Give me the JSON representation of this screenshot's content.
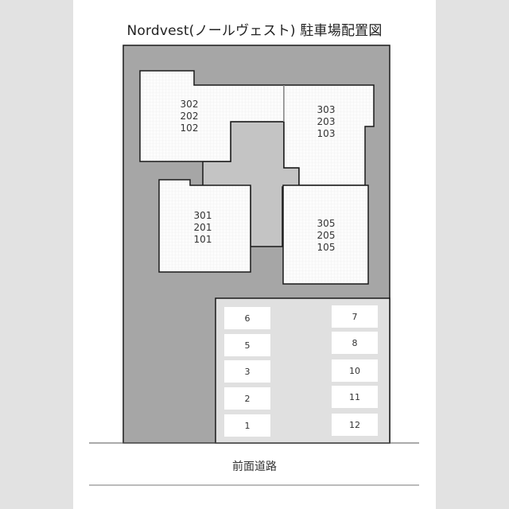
{
  "title": "Nordvest(ノールヴェスト) 駐車場配置図",
  "colors": {
    "page_bg": "#e2e2e2",
    "paper": "#ffffff",
    "lot": "#a6a6a6",
    "hall": "#c4c4c4",
    "building": "#fcfcfc",
    "parking_area": "#e0e0e0",
    "outline": "#1a1a1a"
  },
  "buildings": [
    {
      "id": "west-north",
      "units": [
        "302",
        "202",
        "102"
      ]
    },
    {
      "id": "east-north",
      "units": [
        "303",
        "203",
        "103"
      ]
    },
    {
      "id": "west-south",
      "units": [
        "301",
        "201",
        "101"
      ]
    },
    {
      "id": "east-south",
      "units": [
        "305",
        "205",
        "105"
      ]
    }
  ],
  "parking": {
    "left_column": [
      "6",
      "5",
      "3",
      "2",
      "1"
    ],
    "right_column": [
      "7",
      "8",
      "10",
      "11",
      "12"
    ]
  },
  "road": {
    "label": "前面道路"
  }
}
